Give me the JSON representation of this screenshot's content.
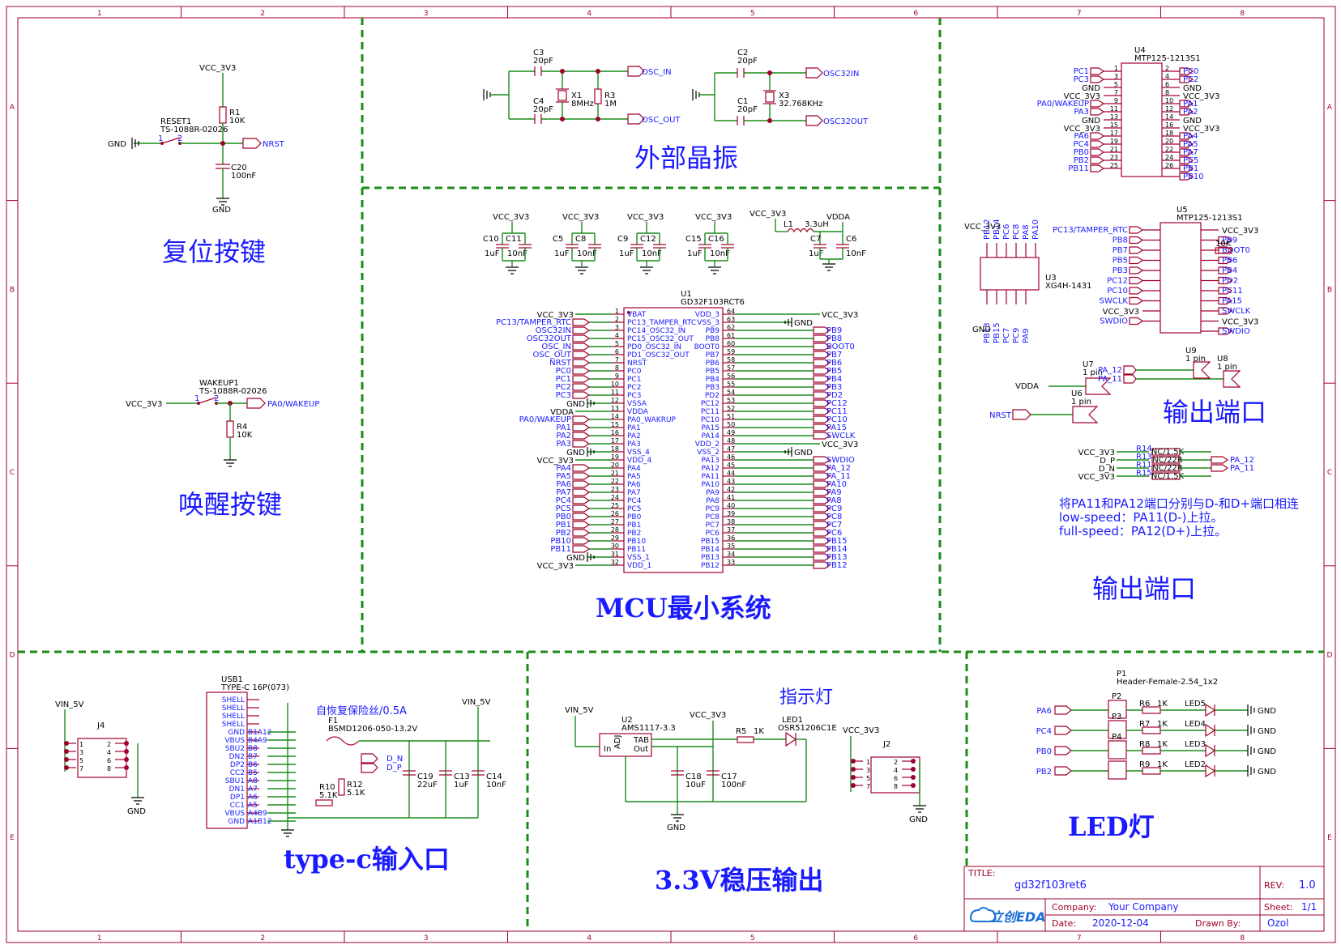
{
  "sheet": {
    "columns": [
      "1",
      "2",
      "3",
      "4",
      "5",
      "6",
      "7",
      "8"
    ],
    "rows": [
      "A",
      "B",
      "C",
      "D",
      "E"
    ]
  },
  "sections": {
    "reset": {
      "title": "复位按键",
      "vcc": "VCC_3V3",
      "gnd_left": "GND",
      "gnd_bottom": "GND",
      "switch_ref": "RESET1",
      "switch_part": "TS-1088R-02026",
      "sw_pin1": "1",
      "sw_pin2": "2",
      "r_ref": "R1",
      "r_val": "10K",
      "c_ref": "C20",
      "c_val": "100nF",
      "net": "NRST"
    },
    "wakeup": {
      "title": "唤醒按键",
      "vcc": "VCC_3V3",
      "switch_ref": "WAKEUP1",
      "switch_part": "TS-1088R-02026",
      "sw_pin1": "1",
      "sw_pin2": "2",
      "r_ref": "R4",
      "r_val": "10K",
      "net": "PA0/WAKEUP"
    },
    "osc": {
      "title": "外部晶振",
      "c3": "C3",
      "c3v": "20pF",
      "c4": "C4",
      "c4v": "20pF",
      "x1": "X1",
      "x1v": "8MHz",
      "r3": "R3",
      "r3v": "1M",
      "osc_in": "OSC_IN",
      "osc_out": "OSC_OUT",
      "c2": "C2",
      "c2v": "20pF",
      "c1": "C1",
      "c1v": "20pF",
      "x3": "X3",
      "x3v": "32.768KHz",
      "osc32_in": "OSC32IN",
      "osc32_out": "OSC32OUT"
    },
    "mcu": {
      "title": "MCU最小系统",
      "ref": "U1",
      "part": "GD32F103RCT6",
      "caps": [
        {
          "vcc": "VCC_3V3",
          "c1": "C10",
          "c2": "C11",
          "v1": "1uF",
          "v2": "10nF"
        },
        {
          "vcc": "VCC_3V3",
          "c1": "C5",
          "c2": "C8",
          "v1": "1uF",
          "v2": "10nF"
        },
        {
          "vcc": "VCC_3V3",
          "c1": "C9",
          "c2": "C12",
          "v1": "1uF",
          "v2": "10nF"
        },
        {
          "vcc": "VCC_3V3",
          "c1": "C15",
          "c2": "C16",
          "v1": "1uF",
          "v2": "10nF"
        }
      ],
      "l_vcc": "VCC_3V3",
      "l_ref": "L1",
      "l_val": "3.3uH",
      "vdda": "VDDA",
      "c7": "C7",
      "c6": "C6",
      "c7v": "1uF",
      "c6v": "10nF",
      "left_pins": [
        {
          "num": "1",
          "name": "VBAT",
          "net": "VCC_3V3"
        },
        {
          "num": "2",
          "name": "PC13_TAMPER_RTC",
          "net": "PC13/TAMPER_RTC"
        },
        {
          "num": "3",
          "name": "PC14_OSC32_IN",
          "net": "OSC32IN"
        },
        {
          "num": "4",
          "name": "PC15_OSC32_OUT",
          "net": "OSC32OUT"
        },
        {
          "num": "5",
          "name": "PD0_OSC32_IN",
          "net": "OSC_IN"
        },
        {
          "num": "6",
          "name": "PD1_OSC32_OUT",
          "net": "OSC_OUT"
        },
        {
          "num": "7",
          "name": "NRST",
          "net": "NRST"
        },
        {
          "num": "8",
          "name": "PC0",
          "net": "PC0"
        },
        {
          "num": "9",
          "name": "PC1",
          "net": "PC1"
        },
        {
          "num": "10",
          "name": "PC2",
          "net": "PC2"
        },
        {
          "num": "11",
          "name": "PC3",
          "net": "PC3"
        },
        {
          "num": "12",
          "name": "VSSA",
          "net": "GND"
        },
        {
          "num": "13",
          "name": "VDDA",
          "net": "VDDA"
        },
        {
          "num": "14",
          "name": "PA0_WAKRUP",
          "net": "PA0/WAKEUP"
        },
        {
          "num": "15",
          "name": "PA1",
          "net": "PA1"
        },
        {
          "num": "16",
          "name": "PA2",
          "net": "PA2"
        },
        {
          "num": "17",
          "name": "PA3",
          "net": "PA3"
        },
        {
          "num": "18",
          "name": "VSS_4",
          "net": "GND"
        },
        {
          "num": "19",
          "name": "VDD_4",
          "net": "VCC_3V3"
        },
        {
          "num": "20",
          "name": "PA4",
          "net": "PA4"
        },
        {
          "num": "21",
          "name": "PA5",
          "net": "PA5"
        },
        {
          "num": "22",
          "name": "PA6",
          "net": "PA6"
        },
        {
          "num": "23",
          "name": "PA7",
          "net": "PA7"
        },
        {
          "num": "24",
          "name": "PC4",
          "net": "PC4"
        },
        {
          "num": "25",
          "name": "PC5",
          "net": "PC5"
        },
        {
          "num": "26",
          "name": "PB0",
          "net": "PB0"
        },
        {
          "num": "27",
          "name": "PB1",
          "net": "PB1"
        },
        {
          "num": "28",
          "name": "PB2",
          "net": "PB2"
        },
        {
          "num": "29",
          "name": "PB10",
          "net": "PB10"
        },
        {
          "num": "30",
          "name": "PB11",
          "net": "PB11"
        },
        {
          "num": "31",
          "name": "VSS_1",
          "net": "GND"
        },
        {
          "num": "32",
          "name": "VDD_1",
          "net": "VCC_3V3"
        }
      ],
      "right_pins": [
        {
          "num": "64",
          "name": "VDD_3",
          "net": "VCC_3V3"
        },
        {
          "num": "63",
          "name": "VSS_3",
          "net": "GND"
        },
        {
          "num": "62",
          "name": "PB9",
          "net": "PB9"
        },
        {
          "num": "61",
          "name": "PB8",
          "net": "PB8"
        },
        {
          "num": "60",
          "name": "BOOT0",
          "net": "BOOT0"
        },
        {
          "num": "59",
          "name": "PB7",
          "net": "PB7"
        },
        {
          "num": "58",
          "name": "PB6",
          "net": "PB6"
        },
        {
          "num": "57",
          "name": "PB5",
          "net": "PB5"
        },
        {
          "num": "56",
          "name": "PB4",
          "net": "PB4"
        },
        {
          "num": "55",
          "name": "PB3",
          "net": "PB3"
        },
        {
          "num": "54",
          "name": "PD2",
          "net": "PD2"
        },
        {
          "num": "53",
          "name": "PC12",
          "net": "PC12"
        },
        {
          "num": "52",
          "name": "PC11",
          "net": "PC11"
        },
        {
          "num": "51",
          "name": "PC10",
          "net": "PC10"
        },
        {
          "num": "50",
          "name": "PA15",
          "net": "PA15"
        },
        {
          "num": "49",
          "name": "PA14",
          "net": "SWCLK"
        },
        {
          "num": "48",
          "name": "VDD_2",
          "net": "VCC_3V3"
        },
        {
          "num": "47",
          "name": "VSS_2",
          "net": "GND"
        },
        {
          "num": "46",
          "name": "PA13",
          "net": "SWDIO"
        },
        {
          "num": "45",
          "name": "PA12",
          "net": "PA_12"
        },
        {
          "num": "44",
          "name": "PA11",
          "net": "PA_11"
        },
        {
          "num": "43",
          "name": "PA10",
          "net": "PA10"
        },
        {
          "num": "42",
          "name": "PA9",
          "net": "PA9"
        },
        {
          "num": "41",
          "name": "PA8",
          "net": "PA8"
        },
        {
          "num": "40",
          "name": "PC9",
          "net": "PC9"
        },
        {
          "num": "39",
          "name": "PC8",
          "net": "PC8"
        },
        {
          "num": "38",
          "name": "PC7",
          "net": "PC7"
        },
        {
          "num": "37",
          "name": "PC6",
          "net": "PC6"
        },
        {
          "num": "36",
          "name": "PB15",
          "net": "PB15"
        },
        {
          "num": "35",
          "name": "PB14",
          "net": "PB14"
        },
        {
          "num": "34",
          "name": "PB13",
          "net": "PB13"
        },
        {
          "num": "33",
          "name": "PB12",
          "net": "PB12"
        }
      ]
    },
    "out": {
      "title_top": "输出端口",
      "title_bottom": "输出端口",
      "u4_ref": "U4",
      "u4_part": "MTP125-1213S1",
      "u4_left": [
        "PC1",
        "PC3",
        "GND",
        "VCC_3V3",
        "PA0/WAKEUP",
        "PA3",
        "GND",
        "VCC_3V3",
        "PA6",
        "PC4",
        "PB0",
        "PB2",
        "PB11"
      ],
      "u4_right": [
        "PC0",
        "PC2",
        "GND",
        "VCC_3V3",
        "PA1",
        "PA2",
        "GND",
        "VCC_3V3",
        "PA4",
        "PA5",
        "PA7",
        "PC5",
        "PB1",
        "PB10"
      ],
      "u4_lnums": [
        "1",
        "3",
        "5",
        "7",
        "9",
        "11",
        "13",
        "15",
        "17",
        "19",
        "21",
        "23",
        "25"
      ],
      "u4_rnums": [
        "2",
        "4",
        "6",
        "8",
        "10",
        "12",
        "14",
        "16",
        "18",
        "20",
        "22",
        "24",
        "26"
      ],
      "u3_ref": "U3",
      "u3_part": "XG4H-1431",
      "u3_vcc": "VCC_3V3",
      "u3_gnd": "GND",
      "u3_top": [
        "PB12",
        "PB14",
        "PC6",
        "PC8",
        "PA8",
        "PA10"
      ],
      "u3_bot": [
        "PB13",
        "PB15",
        "PC7",
        "PC9",
        "PA9"
      ],
      "u5_ref": "U5",
      "u5_part": "MTP125-1213S1",
      "u5_left": [
        "PC13/TAMPER_RTC",
        "PB8",
        "PB7",
        "PB5",
        "PB3",
        "PC12",
        "PC10",
        "SWCLK",
        "VCC_3V3",
        "SWDIO"
      ],
      "u5_right": [
        "VCC_3V3",
        "PB9",
        "BOOT0",
        "PB6",
        "PB4",
        "PD2",
        "PC11",
        "PA15",
        "SWCLK",
        "VCC_3V3",
        "SWDIO"
      ],
      "u5_r": "10K",
      "u7_ref": "U7",
      "u7_pin": "1 pin",
      "u6_ref": "U6",
      "u6_pin": "1 pin",
      "u9_ref": "U9",
      "u9_pin": "1 pin",
      "u8_ref": "U8",
      "u8_pin": "1 pin",
      "vdda": "VDDA",
      "nrst": "NRST",
      "pa12": "PA_12",
      "pa11": "PA_11",
      "res_rows": [
        {
          "left": "VCC_3V3",
          "ref": "R14",
          "val": "NC/1.5K",
          "right": ""
        },
        {
          "left": "D_P",
          "ref": "R13",
          "val": "NC/22R",
          "right": "PA_12"
        },
        {
          "left": "D_N",
          "ref": "R11",
          "val": "NC/22R",
          "right": "PA_11"
        },
        {
          "left": "VCC_3V3",
          "ref": "R15",
          "val": "NC/1.5K",
          "right": ""
        }
      ],
      "note1": "将PA11和PA12端口分别与D-和D+端口相连",
      "note2": "low-speed：PA11(D-)上拉。",
      "note3": "full-speed：PA12(D+)上拉。"
    },
    "typec": {
      "title": "type-c输入口",
      "vin": "VIN_5V",
      "j4": "J4",
      "gnd": "GND",
      "usb_ref": "USB1",
      "usb_part": "TYPE-C 16P(073)",
      "usb_pins": [
        "SHELL",
        "SHELL",
        "SHELL",
        "SHELL",
        "GND",
        "VBUS",
        "SBU2",
        "DN2",
        "DP2",
        "CC2",
        "SBU1",
        "DN1",
        "DP1",
        "CC1",
        "VBUS",
        "GND"
      ],
      "usb_pads": [
        "B1A12",
        "B4A9",
        "B8",
        "B7",
        "B6",
        "B5",
        "A8",
        "A7",
        "A6",
        "A5",
        "A4B9",
        "A1B12"
      ],
      "fuse_label": "自恢复保险丝/0.5A",
      "f_ref": "F1",
      "f_part": "BSMD1206-050-13.2V",
      "d_n": "D_N",
      "d_p": "D_P",
      "r10": "R10",
      "r10v": "5.1K",
      "r12": "R12",
      "r12v": "5.1K",
      "vin2": "VIN_5V",
      "c19": "C19",
      "c19v": "22uF",
      "c13": "C13",
      "c13v": "1uF",
      "c14": "C14",
      "c14v": "10nF",
      "j_pins": [
        "1",
        "2",
        "3",
        "4",
        "5",
        "6",
        "7",
        "8"
      ]
    },
    "ldo": {
      "title": "3.3V稳压输出",
      "vin": "VIN_5V",
      "u2": "U2",
      "u2_part": "AMS1117-3.3",
      "in": "In",
      "out": "Out",
      "tab": "TAB",
      "adj": "ADJ",
      "vcc": "VCC_3V3",
      "r5": "R5",
      "r5v": "1K",
      "led": "LED1",
      "led_part": "OSR51206C1E",
      "c18": "C18",
      "c18v": "10uF",
      "c17": "C17",
      "c17v": "100nF",
      "gnd": "GND",
      "indicator": "指示灯",
      "vcc2": "VCC_3V3",
      "j2": "J2",
      "gnd2": "GND"
    },
    "led": {
      "title": "LED灯",
      "p1": "P1",
      "p1_part": "Header-Female-2.54_1x2",
      "rows": [
        {
          "net": "PA6",
          "r": "R6",
          "rv": "1K",
          "led": "LED5",
          "p": "P2"
        },
        {
          "net": "PC4",
          "r": "R7",
          "rv": "1K",
          "led": "LED4",
          "p": "P3"
        },
        {
          "net": "PB0",
          "r": "R8",
          "rv": "1K",
          "led": "LED3",
          "p": "P4"
        },
        {
          "net": "PB2",
          "r": "R9",
          "rv": "1K",
          "led": "LED2",
          "p": ""
        }
      ],
      "gnd": "GND"
    },
    "titleblock": {
      "title_label": "TITLE:",
      "title": "gd32f103ret6",
      "rev_label": "REV:",
      "rev": "1.0",
      "company_label": "Company:",
      "company": "Your Company",
      "sheet_label": "Sheet:",
      "sheet": "1/1",
      "date_label": "Date:",
      "date": "2020-12-04",
      "drawn_label": "Drawn By:",
      "drawn": "Ozol",
      "logo": "立创EDA"
    }
  }
}
